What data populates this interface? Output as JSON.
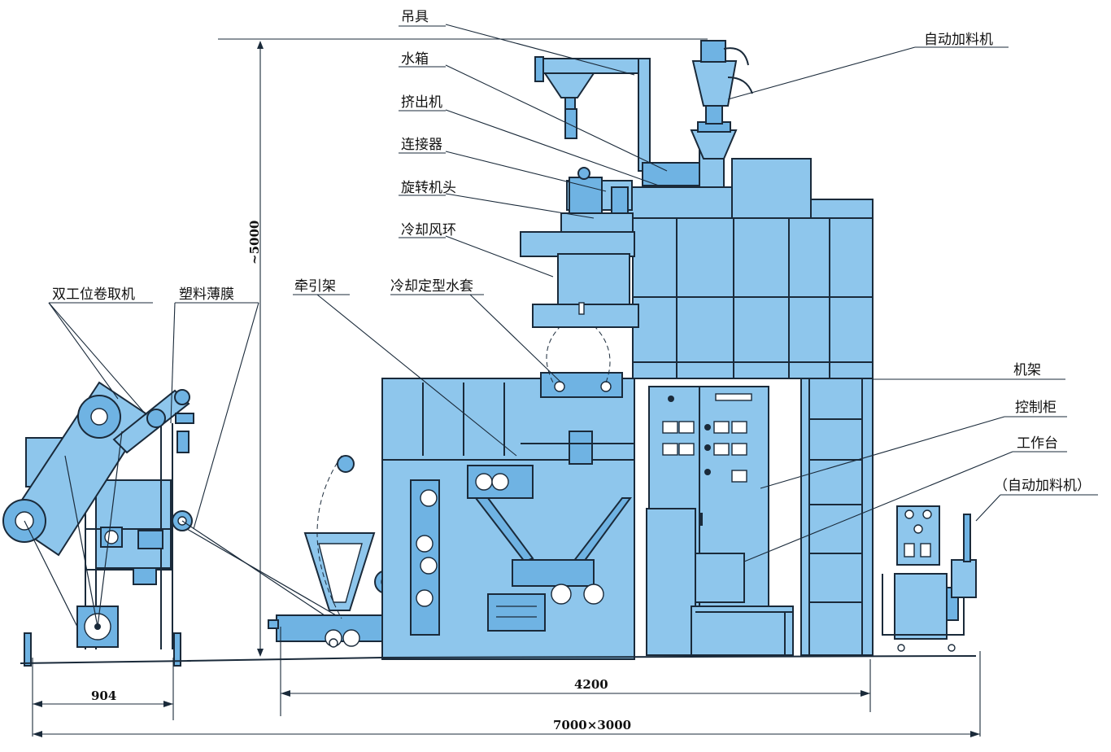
{
  "labels": {
    "spreader": "吊具",
    "water_tank": "水箱",
    "extruder": "挤出机",
    "connector": "连接器",
    "rotating_head": "旋转机头",
    "cooling_air_ring": "冷却风环",
    "cooling_sizing_jacket": "冷却定型水套",
    "haul_off_frame": "牵引架",
    "double_station_winder": "双工位卷取机",
    "plastic_film": "塑料薄膜",
    "auto_feeder": "自动加料机",
    "frame": "机架",
    "control_cabinet": "控制柜",
    "workbench": "工作台",
    "auto_feeder_optional": "（自动加料机）"
  },
  "dimensions": {
    "height": "~5000",
    "winder_width": "904",
    "main_length": "4200",
    "overall": "7000×3000"
  },
  "colors": {
    "machine_fill": "#8ec6ec",
    "machine_dark": "#6fb3e3",
    "outline": "#1a2a3a"
  }
}
